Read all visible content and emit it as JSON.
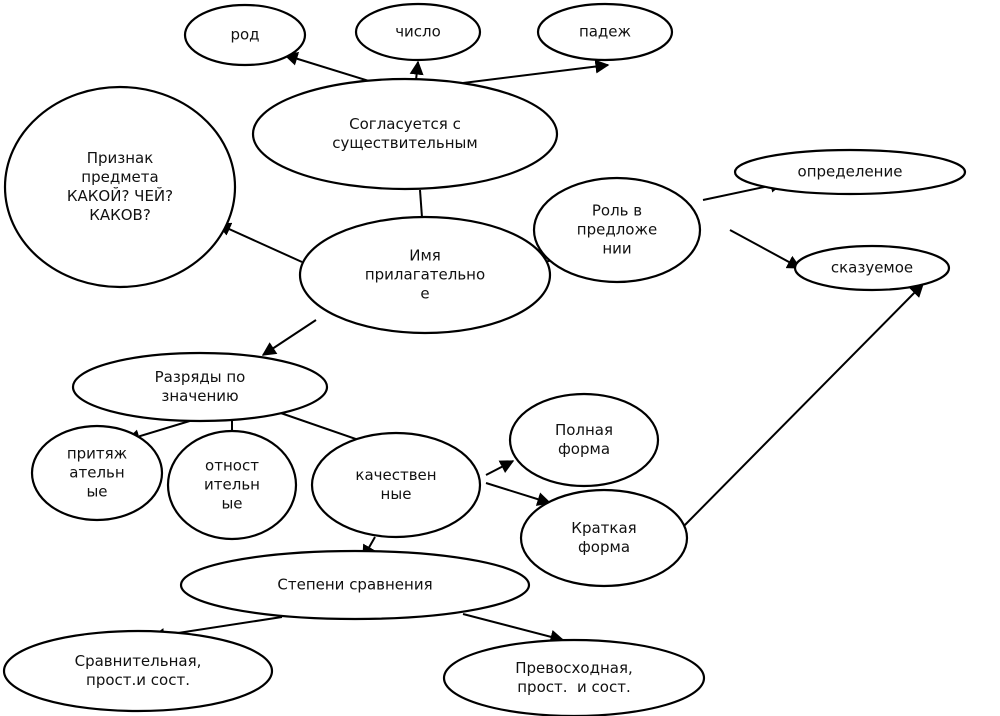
{
  "nodes": {
    "rod": {
      "lines": [
        "род"
      ]
    },
    "chislo": {
      "lines": [
        "число"
      ]
    },
    "padezh": {
      "lines": [
        "падеж"
      ]
    },
    "soglasuetsya": {
      "lines": [
        "Согласуется с",
        "существительным"
      ]
    },
    "priznak": {
      "lines": [
        "Признак",
        "предмета",
        "КАКОЙ? ЧЕЙ?",
        "КАКОВ?"
      ]
    },
    "imya": {
      "lines": [
        "Имя",
        "прилагательно",
        "е"
      ]
    },
    "rol": {
      "lines": [
        "Роль в",
        "предложе",
        "нии"
      ]
    },
    "opredelenie": {
      "lines": [
        "определение"
      ]
    },
    "skazuemoe": {
      "lines": [
        "сказуемое"
      ]
    },
    "razryady": {
      "lines": [
        "Разряды по",
        "значению"
      ]
    },
    "prityazh": {
      "lines": [
        "притяж",
        "ательн",
        "ые"
      ]
    },
    "otnosit": {
      "lines": [
        "отност",
        "ительн",
        "ые"
      ]
    },
    "kachestv": {
      "lines": [
        "качествен",
        "ные"
      ]
    },
    "polnaya": {
      "lines": [
        "Полная",
        "форма"
      ]
    },
    "kratkaya": {
      "lines": [
        "Краткая",
        "форма"
      ]
    },
    "stepeni": {
      "lines": [
        "Степени сравнения"
      ]
    },
    "sravnit": {
      "lines": [
        "Сравнительная,",
        "прост.и сост."
      ]
    },
    "prevoskh": {
      "lines": [
        "Превосходная,",
        "прост.  и сост."
      ]
    }
  },
  "edges": [
    {
      "from": "soglasuetsya",
      "to": "rod",
      "arrow": true
    },
    {
      "from": "soglasuetsya",
      "to": "chislo",
      "arrow": true
    },
    {
      "from": "soglasuetsya",
      "to": "padezh",
      "arrow": true
    },
    {
      "from": "imya",
      "to": "soglasuetsya",
      "arrow": false
    },
    {
      "from": "imya",
      "to": "priznak",
      "arrow": true
    },
    {
      "from": "imya",
      "to": "rol",
      "arrow": true
    },
    {
      "from": "rol",
      "to": "opredelenie",
      "arrow": true
    },
    {
      "from": "rol",
      "to": "skazuemoe",
      "arrow": true
    },
    {
      "from": "imya",
      "to": "razryady",
      "arrow": true
    },
    {
      "from": "razryady",
      "to": "prityazh",
      "arrow": true
    },
    {
      "from": "razryady",
      "to": "otnosit",
      "arrow": true
    },
    {
      "from": "razryady",
      "to": "kachestv",
      "arrow": true
    },
    {
      "from": "kachestv",
      "to": "polnaya",
      "arrow": true
    },
    {
      "from": "kachestv",
      "to": "kratkaya",
      "arrow": true
    },
    {
      "from": "kratkaya",
      "to": "skazuemoe",
      "arrow": true
    },
    {
      "from": "kachestv",
      "to": "stepeni",
      "arrow": true
    },
    {
      "from": "stepeni",
      "to": "sravnit",
      "arrow": true
    },
    {
      "from": "stepeni",
      "to": "prevoskh",
      "arrow": true
    }
  ]
}
